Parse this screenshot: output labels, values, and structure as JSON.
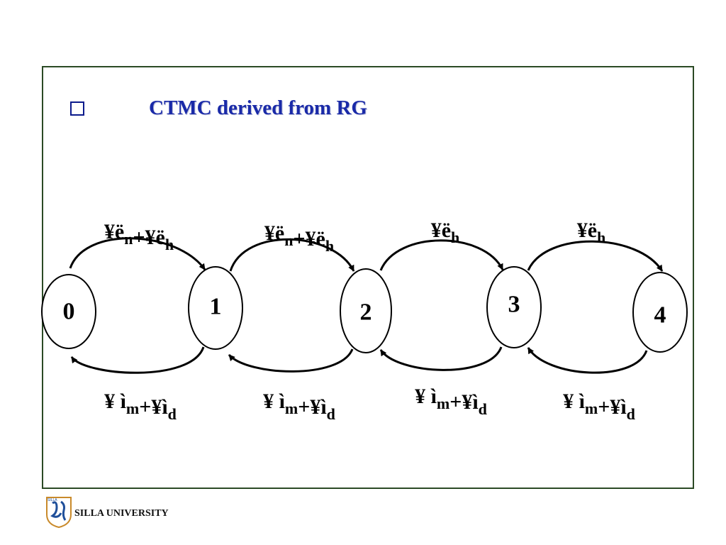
{
  "slide": {
    "title": "CTMC derived from RG",
    "footer_text": "SILLA UNIVERSITY",
    "logo_small_text": "SILLA"
  },
  "colors": {
    "title": "#1a2aa8",
    "frame_border": "#2b4a25",
    "bullet_border": "#0b1a8c",
    "diagram_ink": "#000000"
  },
  "diagram": {
    "nodes": [
      {
        "id": "0",
        "label": "0"
      },
      {
        "id": "1",
        "label": "1"
      },
      {
        "id": "2",
        "label": "2"
      },
      {
        "id": "3",
        "label": "3"
      },
      {
        "id": "4",
        "label": "4"
      }
    ],
    "edges": [
      {
        "from": "0",
        "to": "1",
        "direction": "forward",
        "label": [
          [
            "¥ë",
            "n"
          ],
          [
            "+¥ë",
            "h"
          ]
        ]
      },
      {
        "from": "1",
        "to": "2",
        "direction": "forward",
        "label": [
          [
            "¥ë",
            "n"
          ],
          [
            "+¥ë",
            "h"
          ]
        ]
      },
      {
        "from": "2",
        "to": "3",
        "direction": "forward",
        "label": [
          [
            "¥ë",
            "h"
          ]
        ]
      },
      {
        "from": "3",
        "to": "4",
        "direction": "forward",
        "label": [
          [
            "¥ë",
            "h"
          ]
        ]
      },
      {
        "from": "1",
        "to": "0",
        "direction": "backward",
        "label": [
          [
            "¥ ì",
            "m"
          ],
          [
            "+¥ì",
            "d"
          ]
        ]
      },
      {
        "from": "2",
        "to": "1",
        "direction": "backward",
        "label": [
          [
            "¥ ì",
            "m"
          ],
          [
            "+¥ì",
            "d"
          ]
        ]
      },
      {
        "from": "3",
        "to": "2",
        "direction": "backward",
        "label": [
          [
            "¥ ì",
            "m"
          ],
          [
            "+¥ì",
            "d"
          ]
        ]
      },
      {
        "from": "4",
        "to": "3",
        "direction": "backward",
        "label": [
          [
            "¥ ì",
            "m"
          ],
          [
            "+¥ì",
            "d"
          ]
        ]
      }
    ]
  }
}
